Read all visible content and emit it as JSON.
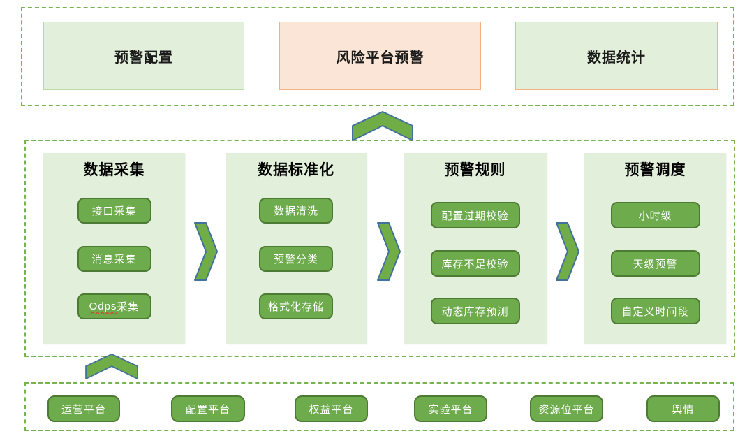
{
  "colors": {
    "dash_border": "#77b34e",
    "light_green_fill": "#e2efda",
    "light_green_border": "#bcd9a8",
    "peach_fill": "#fbe5d6",
    "peach_border": "#f4b183",
    "button_fill": "#6eab4d",
    "button_border": "#4e7b33",
    "chevron_fill": "#70ad47",
    "chevron_stroke": "#41719c",
    "text_dark": "#1a1a1a",
    "text_white": "#ffffff",
    "squiggle_red": "#e0362a"
  },
  "top_row": {
    "boxes": [
      {
        "label": "预警配置"
      },
      {
        "label": "风险平台预警"
      },
      {
        "label": "数据统计"
      }
    ]
  },
  "pipeline": {
    "columns": [
      {
        "title": "数据采集",
        "items": [
          "接口采集",
          "消息采集",
          {
            "pre": "Odps",
            "rest": "采集"
          }
        ]
      },
      {
        "title": "数据标准化",
        "items": [
          "数据清洗",
          "预警分类",
          "格式化存储"
        ]
      },
      {
        "title": "预警规则",
        "items": [
          "配置过期校验",
          "库存不足校验",
          "动态库存预测"
        ]
      },
      {
        "title": "预警调度",
        "items": [
          "小时级",
          "天级预警",
          "自定义时间段"
        ]
      }
    ]
  },
  "platforms": {
    "items": [
      "运营平台",
      "配置平台",
      "权益平台",
      "实验平台",
      "资源位平台",
      "舆情"
    ]
  }
}
